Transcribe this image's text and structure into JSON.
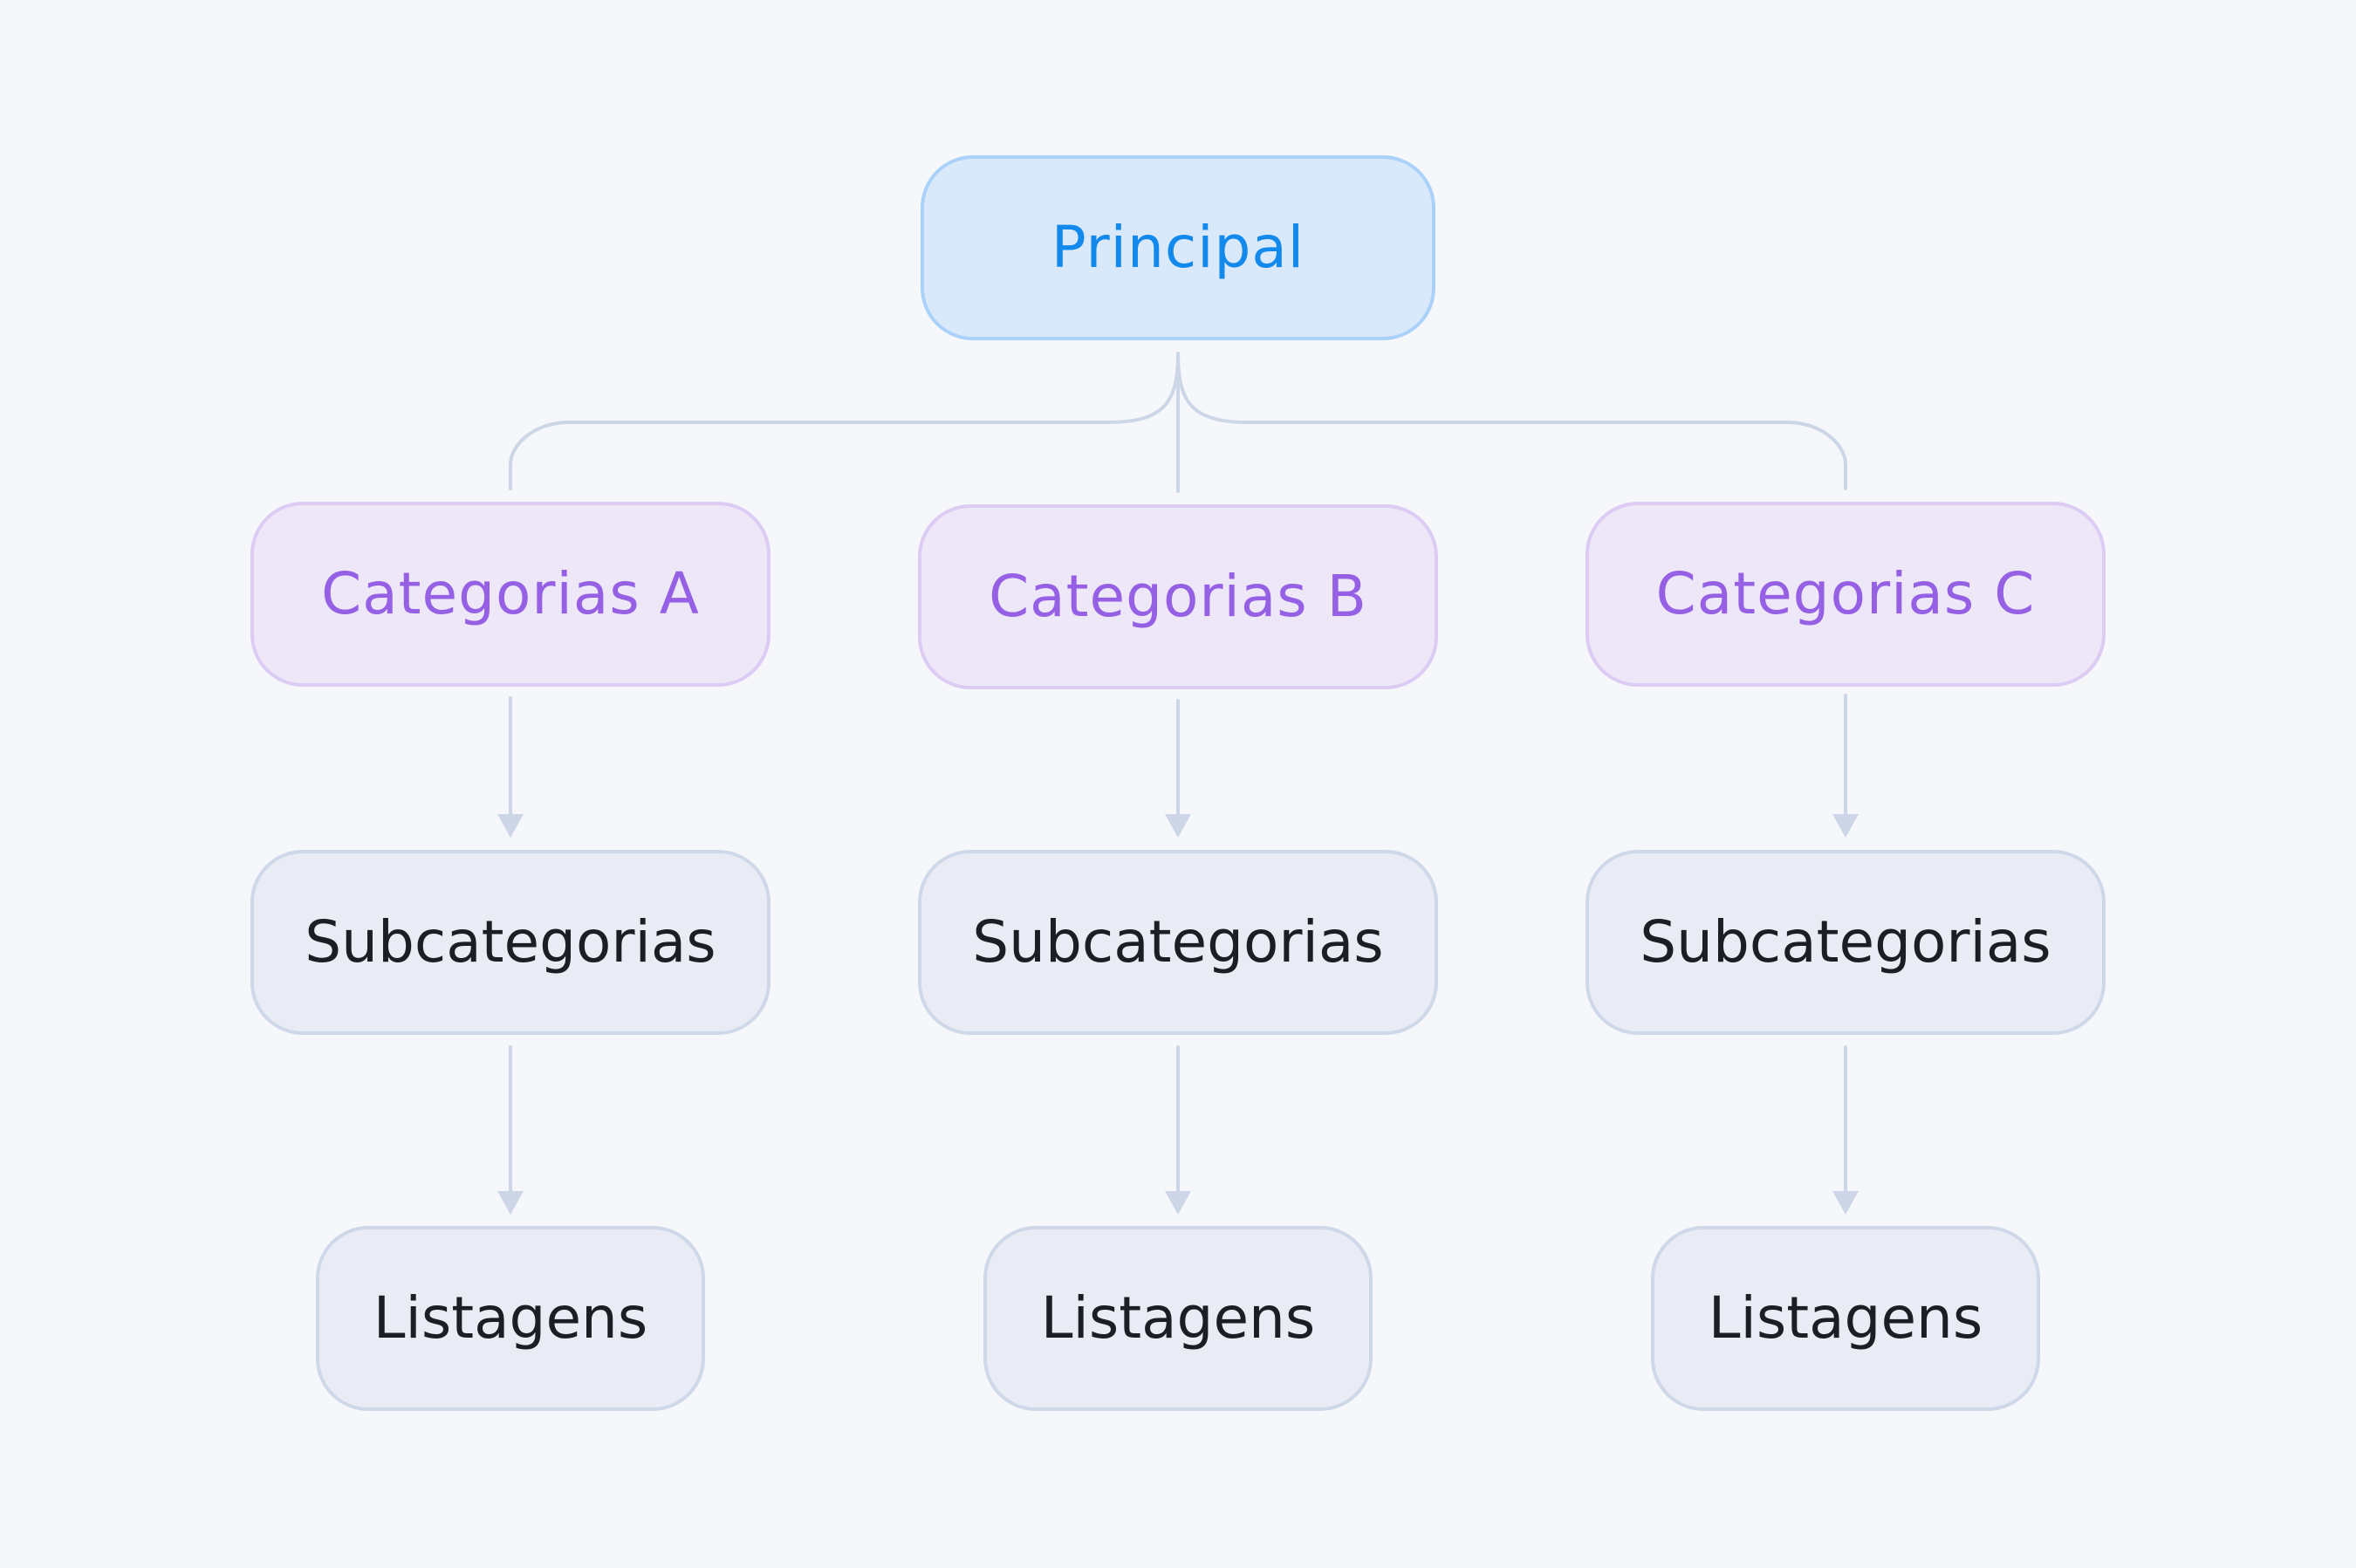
{
  "colors": {
    "background": "#f6f7fb",
    "connector": "#ccd6e6",
    "root_fill": "#d9e9fa",
    "root_border": "#a9d1fa",
    "root_text": "#1289eb",
    "category_fill": "#ede7f8",
    "category_border": "#dccbf3",
    "category_text": "#9560e3",
    "leaf_fill": "#e9ecf4",
    "leaf_border": "#cfd8e8",
    "leaf_text": "#1c1e24"
  },
  "diagram": {
    "root": {
      "label": "Principal"
    },
    "categories": [
      {
        "label": "Categorias A",
        "subcategory": "Subcategorias",
        "listing": "Listagens"
      },
      {
        "label": "Categorias B",
        "subcategory": "Subcategorias",
        "listing": "Listagens"
      },
      {
        "label": "Categorias C",
        "subcategory": "Subcategorias",
        "listing": "Listagens"
      }
    ]
  }
}
